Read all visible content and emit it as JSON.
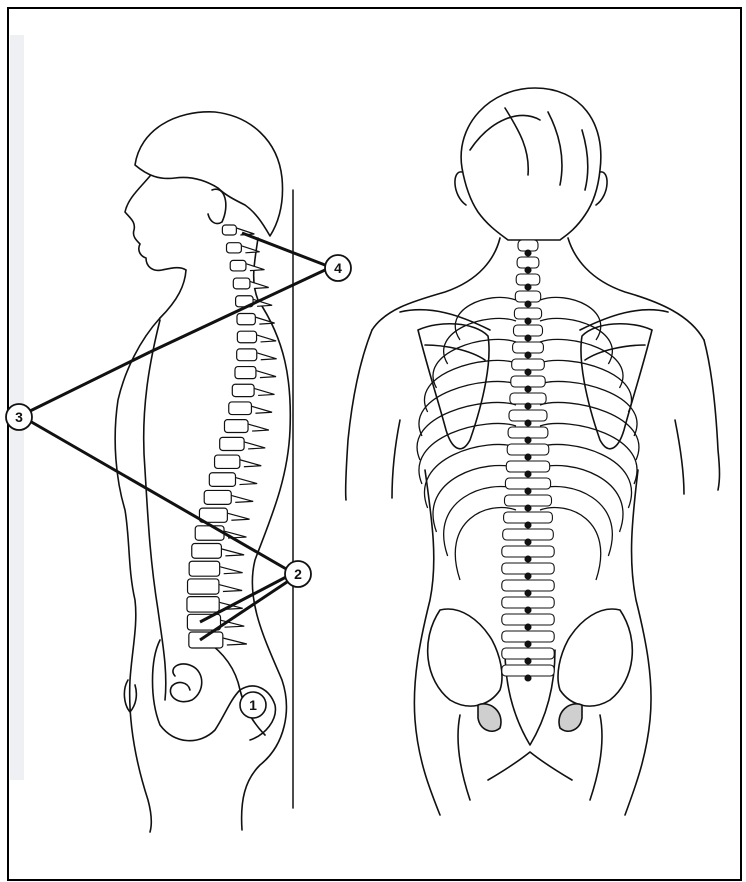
{
  "figure": {
    "border_color": "#000000",
    "stroke_color": "#111111",
    "background": "#ffffff",
    "views": [
      "side",
      "back"
    ],
    "callouts": [
      {
        "label": "1",
        "kind": "sacrum-coccyx"
      },
      {
        "label": "2",
        "kind": "lumbar-curve"
      },
      {
        "label": "3",
        "kind": "thoracic-curve"
      },
      {
        "label": "4",
        "kind": "cervical-curve"
      }
    ]
  }
}
